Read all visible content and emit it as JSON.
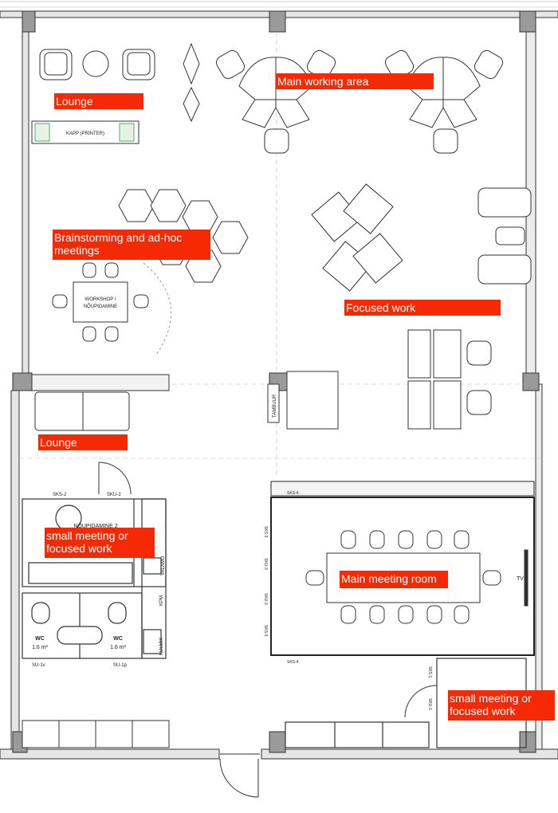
{
  "zones": {
    "lounge_top": "Lounge",
    "main_working_area": "Main working area",
    "brainstorming": "Brainstorming and ad-hoc meetings",
    "focused_work": "Focused work",
    "lounge_bottom": "Lounge",
    "small_meeting_left": "small meeting or focused work",
    "main_meeting_room": "Main meeting room",
    "small_meeting_right": "small meeting or focused work"
  },
  "room_labels": {
    "printer": "KAPP (PRINTER)",
    "workshop_1": "WORKSHOP /",
    "workshop_2": "NÕUPIDAMINE",
    "tamburi": "TAMBUUR",
    "noupidamine2": "NÕUPIDAMINE 2",
    "valamu": "VALAMU",
    "kpm": "KPM",
    "kulmik": "KÜLMIK",
    "wc1": "WC",
    "wc1_area": "1.6 m²",
    "wc2": "WC",
    "wc2_area": "1.6 m²",
    "tv": "TV"
  },
  "door_tags": {
    "sku2": "SKU-2",
    "sks2": "SKS-2",
    "su1v": "SU-1v",
    "su1p": "SU-1p",
    "sks3a": "SKS-3",
    "sku3a": "SKU-3",
    "sku3b": "SKU-3",
    "sks3b": "SKS-3",
    "sks4": "SKS-4",
    "sks1": "SKS-1",
    "sku1": "SKU-1"
  }
}
